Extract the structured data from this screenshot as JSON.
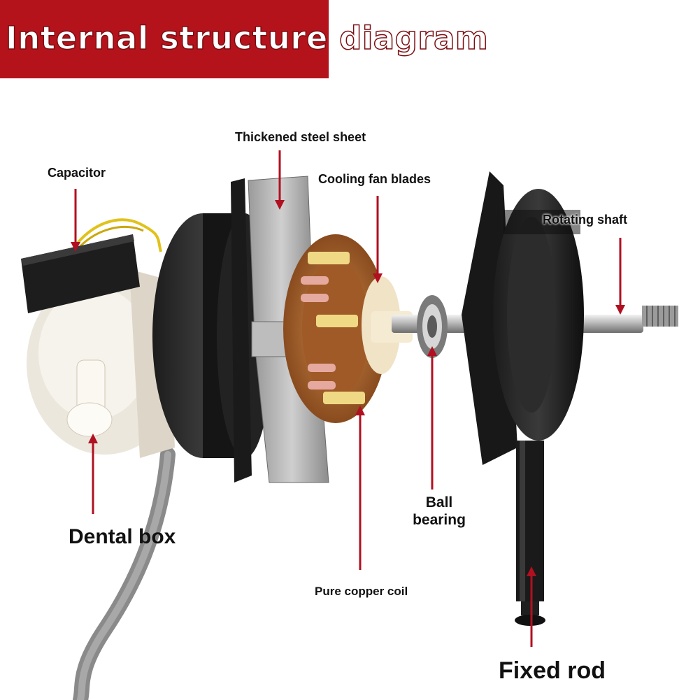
{
  "title": "Internal structure diagram",
  "colors": {
    "banner": "#b5131b",
    "arrow": "#b01020",
    "title_text": "#ffffff"
  },
  "labels": {
    "thickened_steel_sheet": "Thickened steel sheet",
    "capacitor": "Capacitor",
    "cooling_fan_blades": "Cooling fan blades",
    "rotating_shaft": "Rotating shaft",
    "ball_bearing_line1": "Ball",
    "ball_bearing_line2": "bearing",
    "dental_box": "Dental box",
    "pure_copper_coil": "Pure copper coil",
    "fixed_rod": "Fixed rod"
  }
}
